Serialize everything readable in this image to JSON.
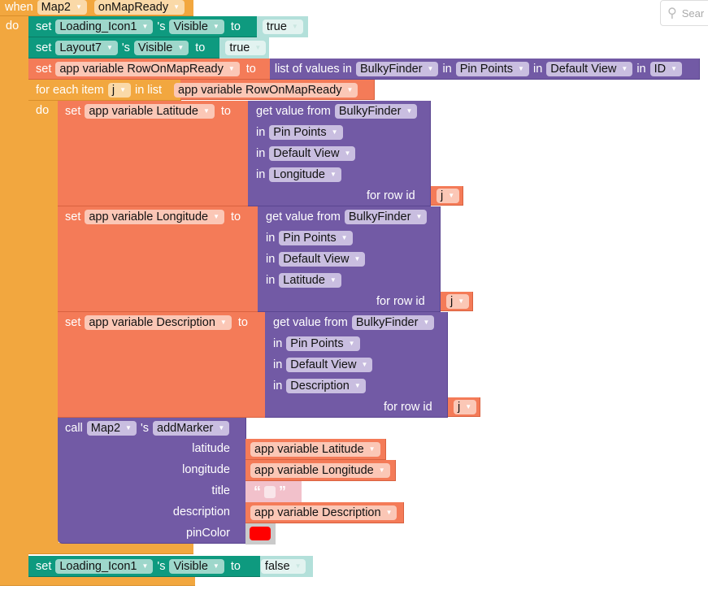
{
  "search": {
    "placeholder": "Sear"
  },
  "event": {
    "when": "when",
    "component": "Map2",
    "event": "onMapReady",
    "do": "do"
  },
  "b1": {
    "set": "set",
    "component": "Loading_Icon1",
    "s": "'s",
    "prop": "Visible",
    "to": "to",
    "value": "true"
  },
  "b2": {
    "set": "set",
    "component": "Layout7",
    "s": "'s",
    "prop": "Visible",
    "to": "to",
    "value": "true"
  },
  "b3": {
    "set": "set",
    "variable": "app variable RowOnMapReady",
    "to": "to",
    "list_label": "list of values in",
    "source": "BulkyFinder",
    "in": "in",
    "table": "Pin Points",
    "view": "Default View",
    "column": "ID"
  },
  "loop": {
    "for_each": "for each item",
    "item": "j",
    "in_list": "in list",
    "list": "app variable RowOnMapReady",
    "do": "do"
  },
  "lat": {
    "set": "set",
    "variable": "app variable Latitude",
    "to": "to",
    "get": "get value from",
    "source": "BulkyFinder",
    "in": "in",
    "table": "Pin Points",
    "view": "Default View",
    "column": "Longitude",
    "for_row": "for row id",
    "row": "j"
  },
  "lon": {
    "set": "set",
    "variable": "app variable Longitude",
    "to": "to",
    "get": "get value from",
    "source": "BulkyFinder",
    "in": "in",
    "table": "Pin Points",
    "view": "Default View",
    "column": "Latitude",
    "for_row": "for row id",
    "row": "j"
  },
  "desc": {
    "set": "set",
    "variable": "app variable Description",
    "to": "to",
    "get": "get value from",
    "source": "BulkyFinder",
    "in": "in",
    "table": "Pin Points",
    "view": "Default View",
    "column": "Description",
    "for_row": "for row id",
    "row": "j"
  },
  "call": {
    "call": "call",
    "component": "Map2",
    "s": "'s",
    "method": "addMarker",
    "args": {
      "latitude": "latitude",
      "latitude_val": "app variable Latitude",
      "longitude": "longitude",
      "longitude_val": "app variable Longitude",
      "title": "title",
      "description": "description",
      "description_val": "app variable Description",
      "pinColor": "pinColor"
    },
    "open_quote": "“",
    "close_quote": "”",
    "pin_color": "#FF0000"
  },
  "b_end": {
    "set": "set",
    "component": "Loading_Icon1",
    "s": "'s",
    "prop": "Visible",
    "to": "to",
    "value": "false"
  },
  "dropdown": "▼"
}
